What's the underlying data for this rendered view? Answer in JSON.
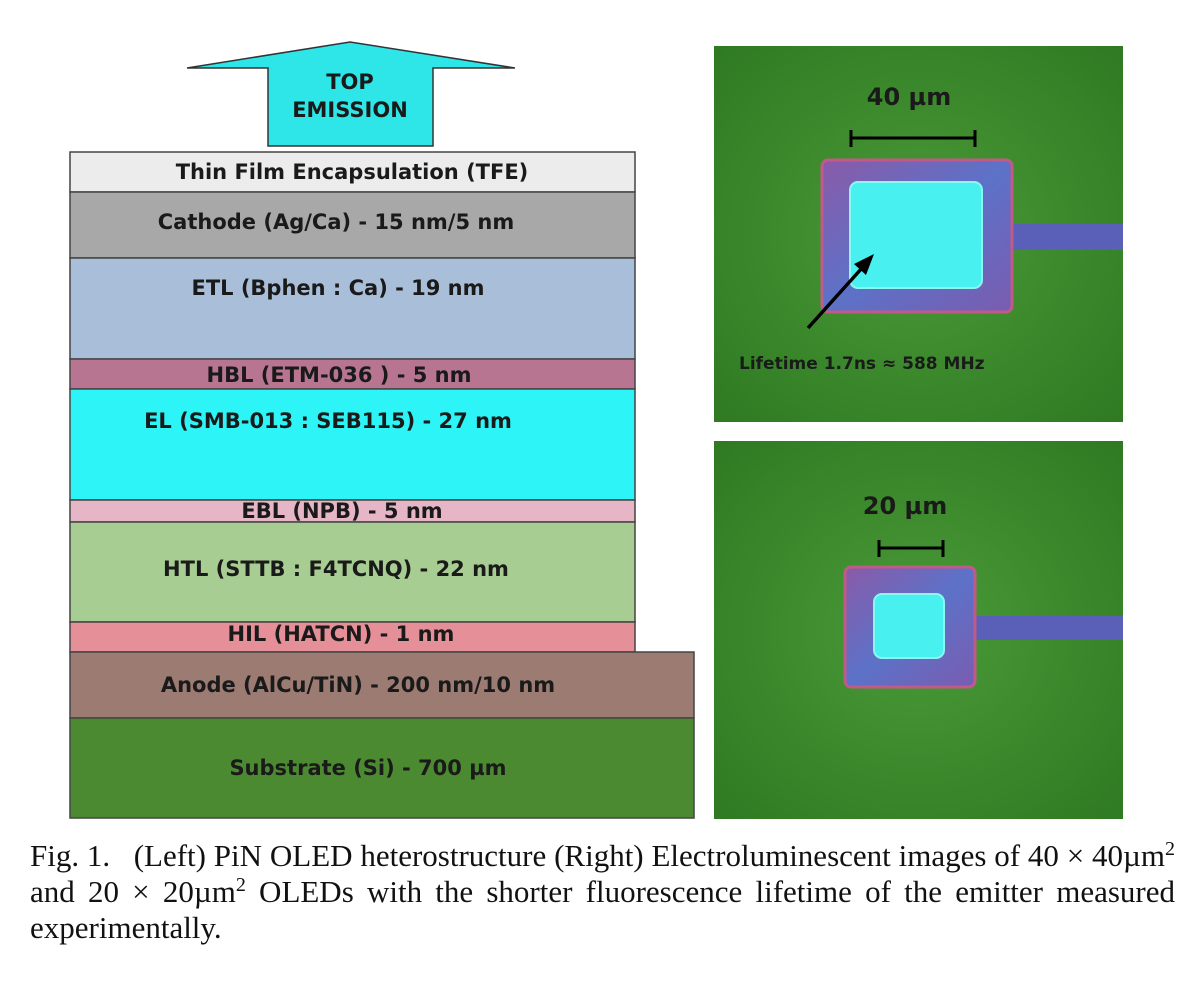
{
  "arrow": {
    "line1": "TOP",
    "line2": "EMISSION",
    "fill": "#2ee6e8"
  },
  "layers": [
    {
      "label": "Thin Film Encapsulation (TFE)",
      "color": "#ececec"
    },
    {
      "label": "Cathode (Ag/Ca) - 15 nm/5 nm",
      "color": "#a8a8a8"
    },
    {
      "label": "ETL (Bphen : Ca) - 19 nm",
      "color": "#a9bfd9"
    },
    {
      "label": "HBL (ETM-036 ) - 5 nm",
      "color": "#b87592"
    },
    {
      "label": "EL (SMB-013 : SEB115) - 27 nm",
      "color": "#2df4f6"
    },
    {
      "label": "EBL (NPB) - 5 nm",
      "color": "#e6b5c6"
    },
    {
      "label": "HTL (STTB : F4TCNQ) - 22 nm",
      "color": "#a7cd92"
    },
    {
      "label": "HIL (HATCN) - 1 nm",
      "color": "#e58f98"
    },
    {
      "label": "Anode (AlCu/TiN) - 200 nm/10 nm",
      "color": "#9b7b72"
    },
    {
      "label": "Substrate (Si) - 700  µm",
      "color": "#4b8a30"
    }
  ],
  "micrographs": [
    {
      "scale_label": "40 µm",
      "annotation": "Lifetime 1.7ns ≈ 588 MHz"
    },
    {
      "scale_label": "20 µm"
    }
  ],
  "colors": {
    "micrograph_background": "#3f8f2e",
    "pad_frame": "#5f6fc0",
    "emission": "#49f0f0"
  },
  "caption": {
    "fig_label": "Fig. 1.",
    "text_1": "(Left) PiN OLED heterostructure (Right) Electroluminescent images of 40 × 40µm",
    "sup_1": "2",
    "text_2": " and 20 × 20µm",
    "sup_2": "2",
    "text_3": " OLEDs with the shorter fluorescence lifetime of the emitter measured experimentally."
  }
}
